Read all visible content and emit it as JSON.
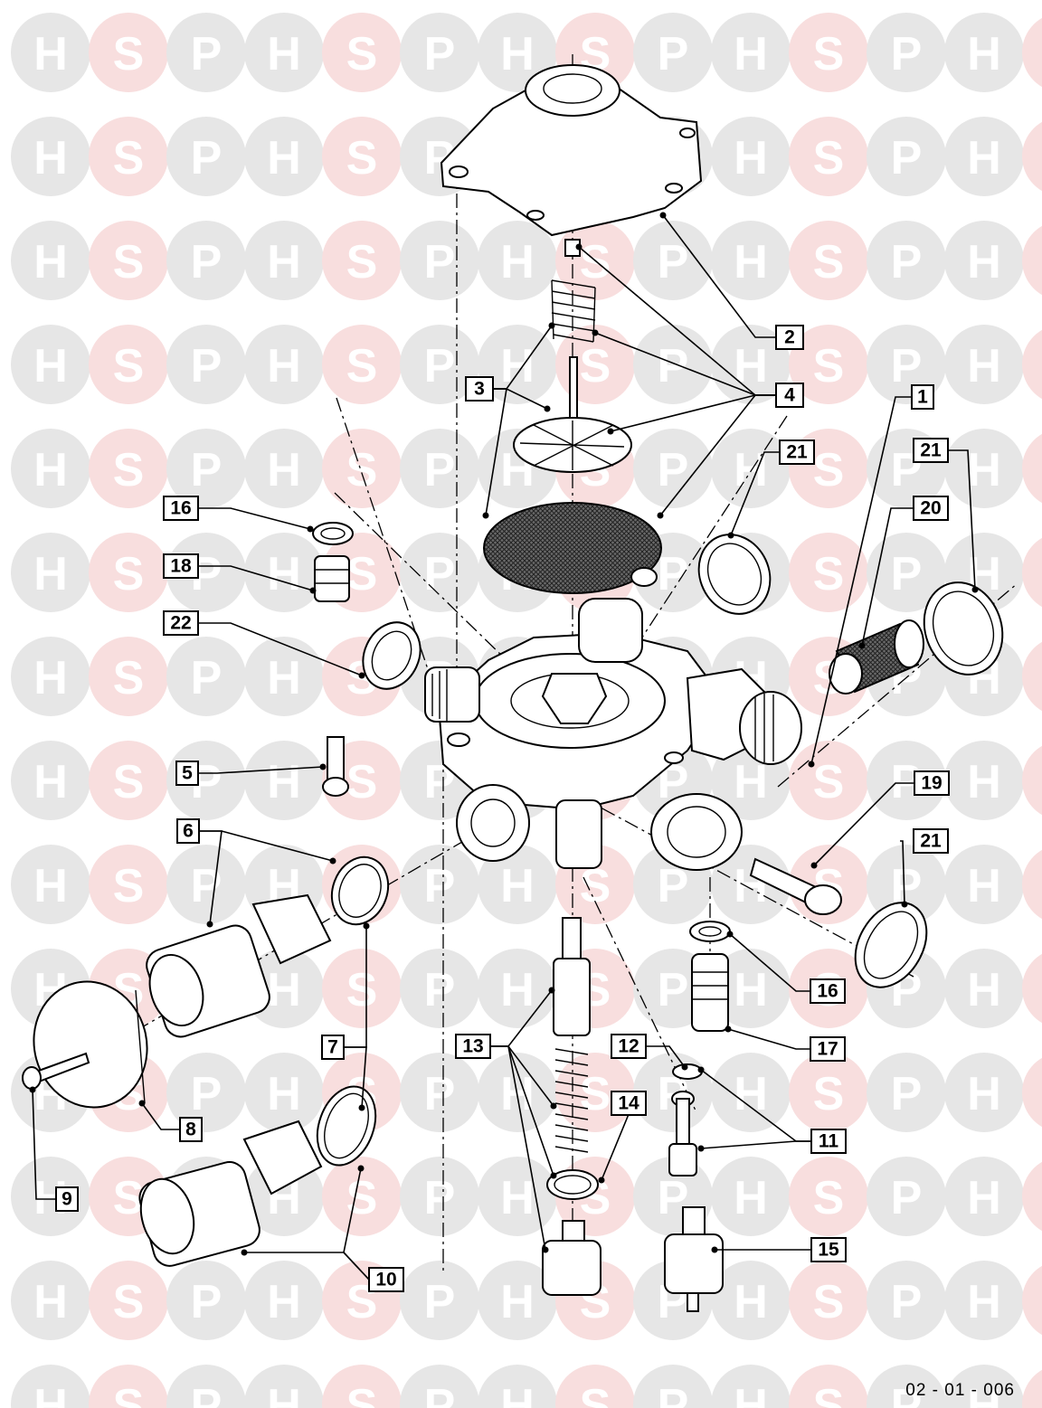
{
  "watermark": {
    "letters": [
      "H",
      "S",
      "P"
    ],
    "colors": {
      "H": "#e6e6e6",
      "S": "#f8dede",
      "P": "#e6e6e6"
    }
  },
  "callouts": [
    {
      "id": "c2",
      "label": "2"
    },
    {
      "id": "c3",
      "label": "3"
    },
    {
      "id": "c4",
      "label": "4"
    },
    {
      "id": "c21a",
      "label": "21"
    },
    {
      "id": "c21b",
      "label": "21"
    },
    {
      "id": "c20",
      "label": "20"
    },
    {
      "id": "c16a",
      "label": "16"
    },
    {
      "id": "c18",
      "label": "18"
    },
    {
      "id": "c22",
      "label": "22"
    },
    {
      "id": "c1",
      "label": "1"
    },
    {
      "id": "c5",
      "label": "5"
    },
    {
      "id": "c19",
      "label": "19"
    },
    {
      "id": "c6",
      "label": "6"
    },
    {
      "id": "c21c",
      "label": "21"
    },
    {
      "id": "c16b",
      "label": "16"
    },
    {
      "id": "c17",
      "label": "17"
    },
    {
      "id": "c7",
      "label": "7"
    },
    {
      "id": "c13",
      "label": "13"
    },
    {
      "id": "c12",
      "label": "12"
    },
    {
      "id": "c14",
      "label": "14"
    },
    {
      "id": "c11",
      "label": "11"
    },
    {
      "id": "c8",
      "label": "8"
    },
    {
      "id": "c9",
      "label": "9"
    },
    {
      "id": "c15",
      "label": "15"
    },
    {
      "id": "c10",
      "label": "10"
    }
  ],
  "diagram_code": "02 - 01 - 006"
}
